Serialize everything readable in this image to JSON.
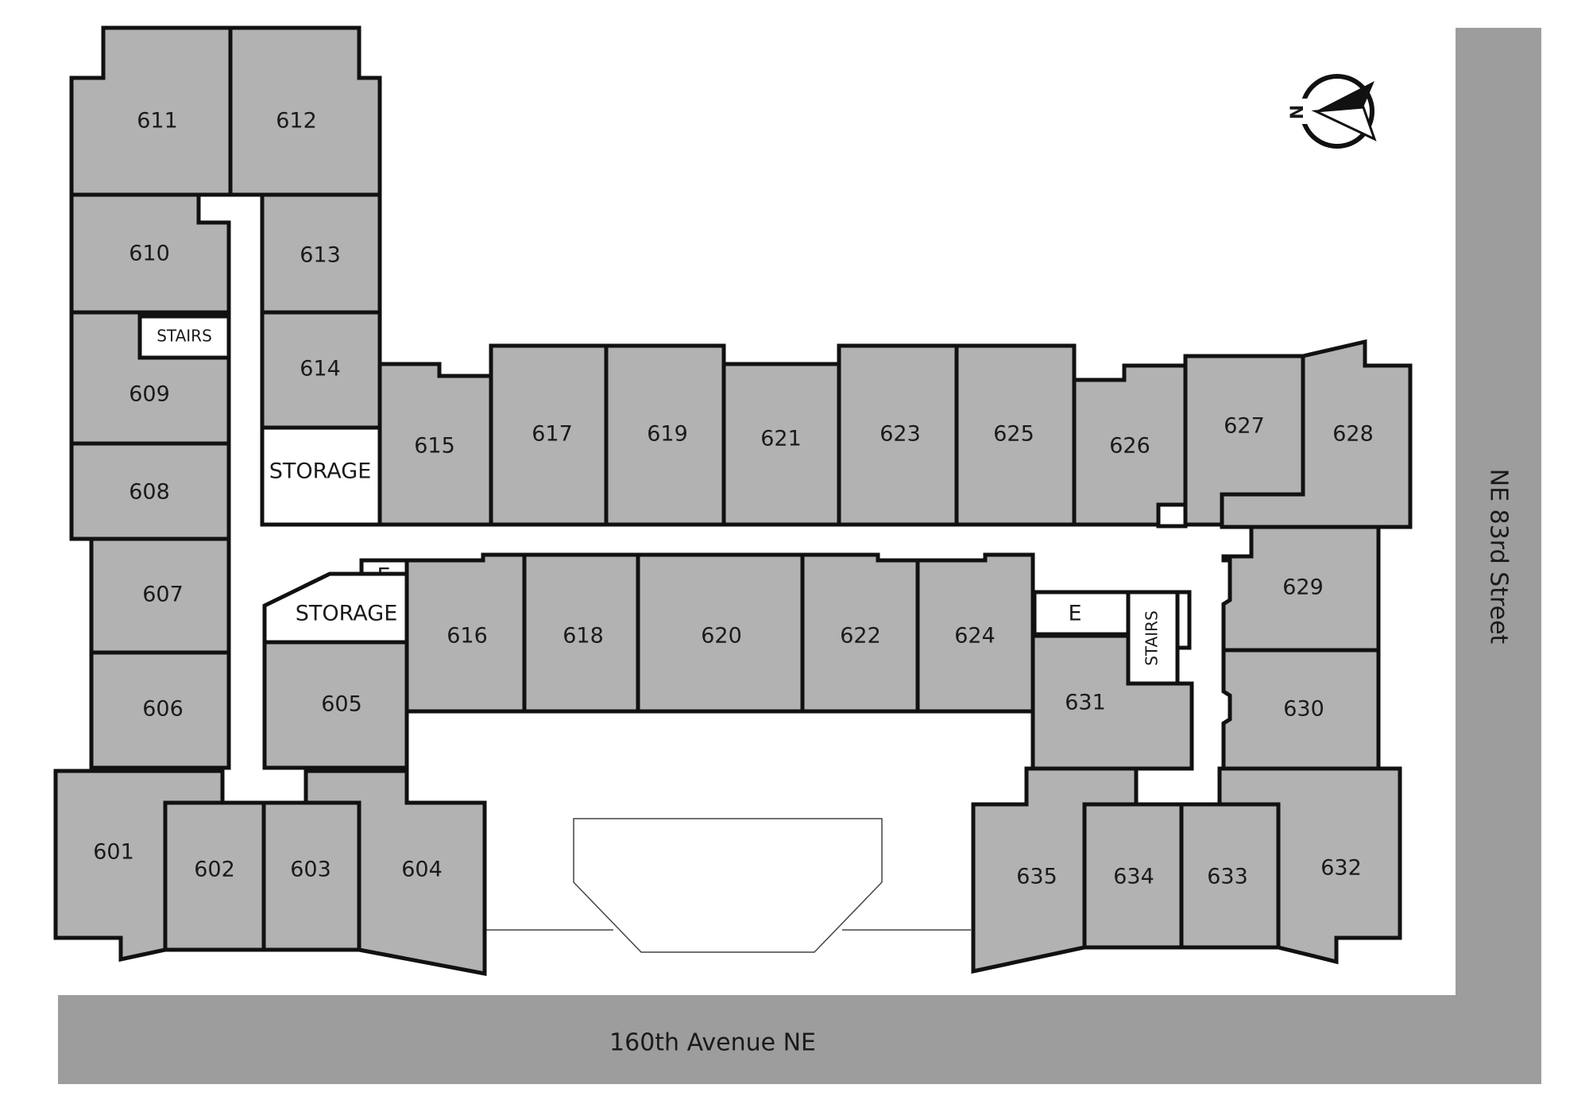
{
  "rooms": {
    "r601": "601",
    "r602": "602",
    "r603": "603",
    "r604": "604",
    "r605": "605",
    "r606": "606",
    "r607": "607",
    "r608": "608",
    "r609": "609",
    "r610": "610",
    "r611": "611",
    "r612": "612",
    "r613": "613",
    "r614": "614",
    "r615": "615",
    "r616": "616",
    "r617": "617",
    "r618": "618",
    "r619": "619",
    "r620": "620",
    "r621": "621",
    "r622": "622",
    "r623": "623",
    "r624": "624",
    "r625": "625",
    "r626": "626",
    "r627": "627",
    "r628": "628",
    "r629": "629",
    "r630": "630",
    "r631": "631",
    "r632": "632",
    "r633": "633",
    "r634": "634",
    "r635": "635"
  },
  "labels": {
    "storage": "STORAGE",
    "stairs": "STAIRS",
    "elevator": "E"
  },
  "streets": {
    "bottom": "160th Avenue NE",
    "right": "NE 83rd Street"
  },
  "compass": {
    "north_letter": "N"
  },
  "colors": {
    "room_fill": "#b2b2b2",
    "road_fill": "#9d9d9e",
    "outline": "#111111"
  }
}
